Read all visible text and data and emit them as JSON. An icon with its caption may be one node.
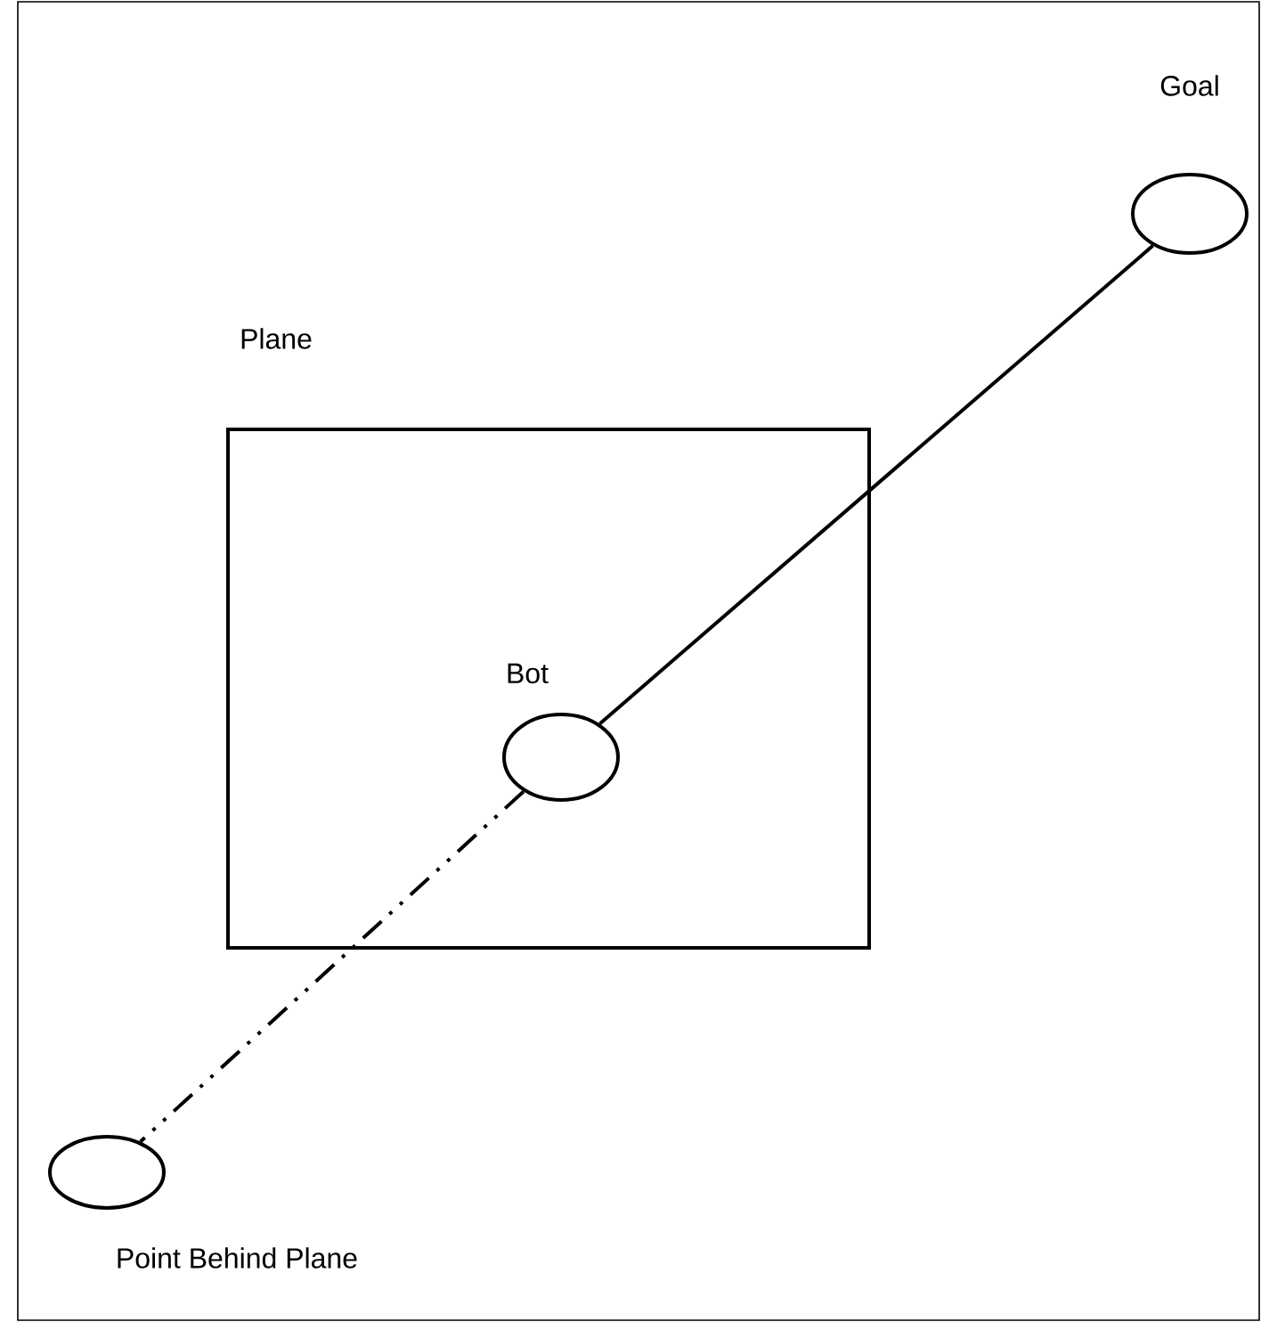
{
  "diagram": {
    "nodes": [
      {
        "text": [
          "Plane"
        ]
      },
      {
        "text": [
          "Goal"
        ]
      },
      {
        "text": [
          "Bot"
        ],
        "in": 0
      },
      {
        "text": [
          "Point Behind Plane"
        ]
      }
    ],
    "edges": [
      {
        "from": 2,
        "to": 1,
        "arrow": "none"
      },
      {
        "from": 2,
        "to": 3,
        "arrow": "none",
        "style": "dashed"
      }
    ]
  }
}
